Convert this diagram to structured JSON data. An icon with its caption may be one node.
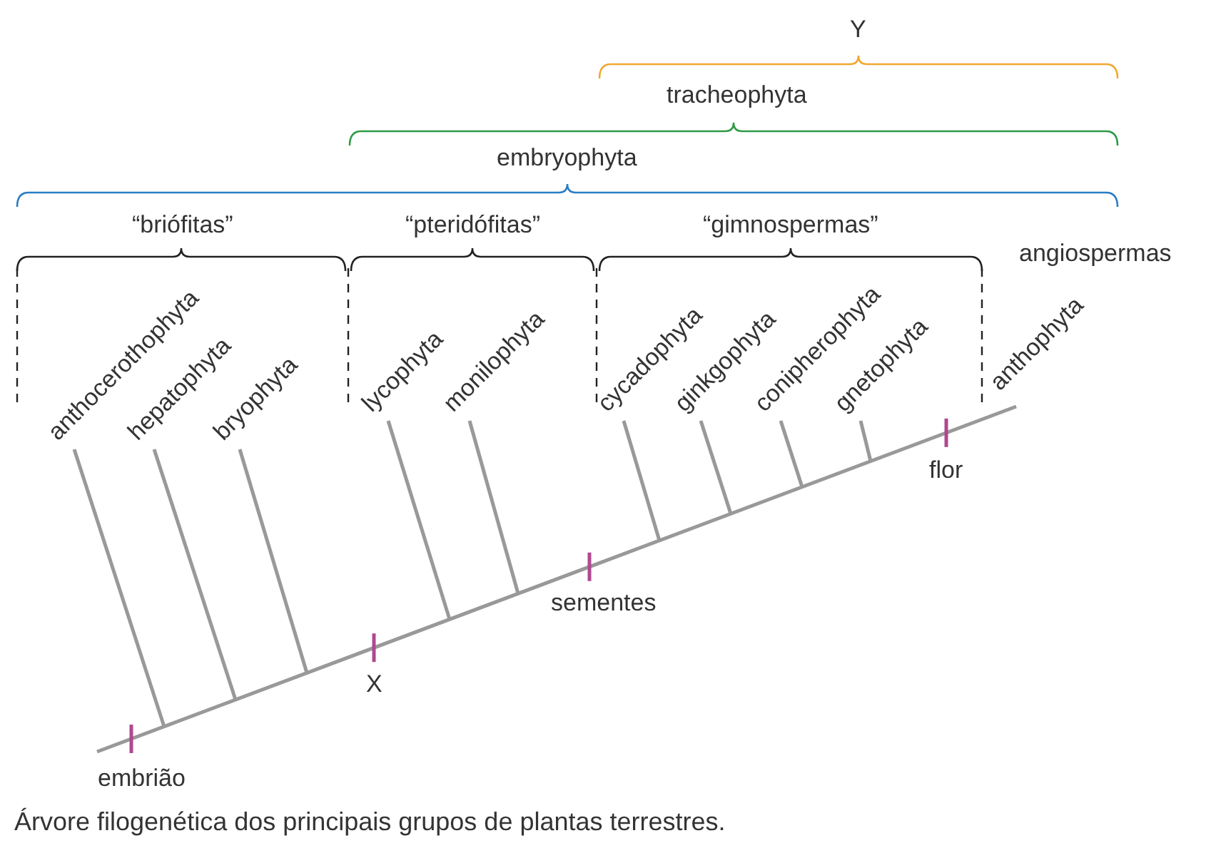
{
  "diagram": {
    "caption": "Árvore filogenética dos principais grupos de plantas terrestres.",
    "labels": [
      "Y",
      "tracheophyta",
      "embryophyta",
      "“briófitas”",
      "“pteridófitas”",
      "“gimnospermas”",
      "angiospermas",
      "anthocerothophyta",
      "hepatophyta",
      "bryophyta",
      "lycophyta",
      "monilophyta",
      "cycadophyta",
      "ginkgophyta",
      "conipherophyta",
      "gnetophyta",
      "anthophyta",
      "flor",
      "sementes",
      "X",
      "embrião"
    ]
  }
}
